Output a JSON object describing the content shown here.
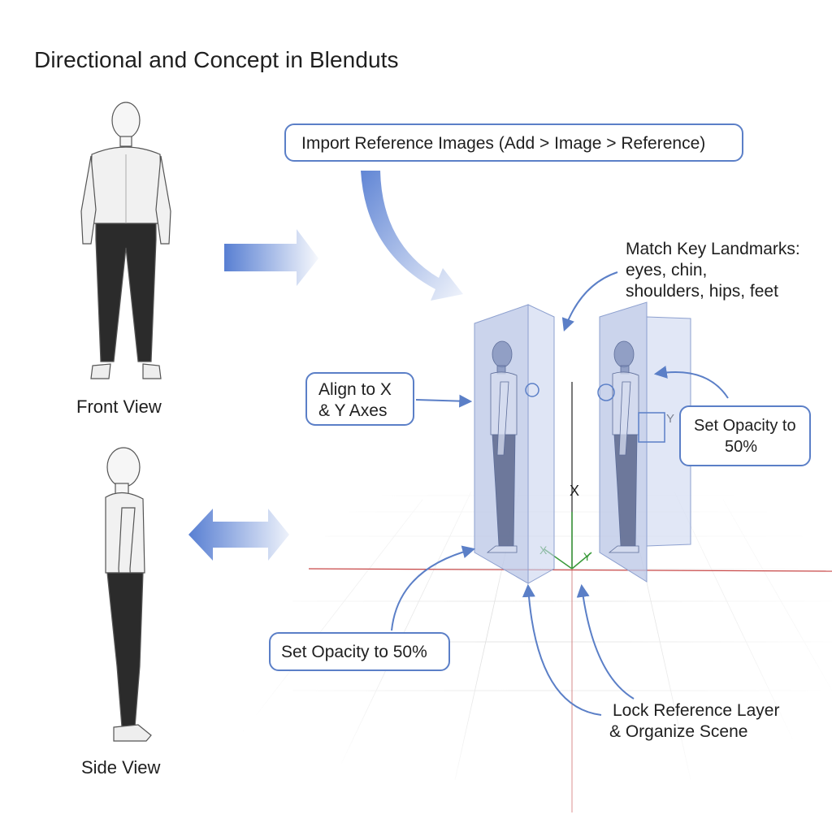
{
  "title": "Directional and Concept in Blenduts",
  "views": {
    "front_label": "Front View",
    "side_label": "Side View"
  },
  "callouts": {
    "import": "Import Reference Images (Add > Image > Reference)",
    "landmarks_line1": "Match Key Landmarks:",
    "landmarks_line2": "eyes, chin,",
    "landmarks_line3": "shoulders, hips, feet",
    "align_line1": "Align to X",
    "align_line2": "& Y Axes",
    "opacity_right_line1": "Set Opacity to",
    "opacity_right_line2": "50%",
    "opacity_bottom": "Set Opacity to 50%",
    "lock_line1": "Lock Reference Layer",
    "lock_line2": "& Organize Scene"
  },
  "axes": {
    "x_top": "X",
    "y_plane": "Y",
    "x_green": "X",
    "y_green": "Y"
  },
  "colors": {
    "accent": "#5b7fc7",
    "plane": "#b9c6e6",
    "axis_red": "#c84848",
    "axis_green": "#3a9a3a",
    "shirt": "#f1f1f1",
    "pants": "#2b2b2b"
  }
}
